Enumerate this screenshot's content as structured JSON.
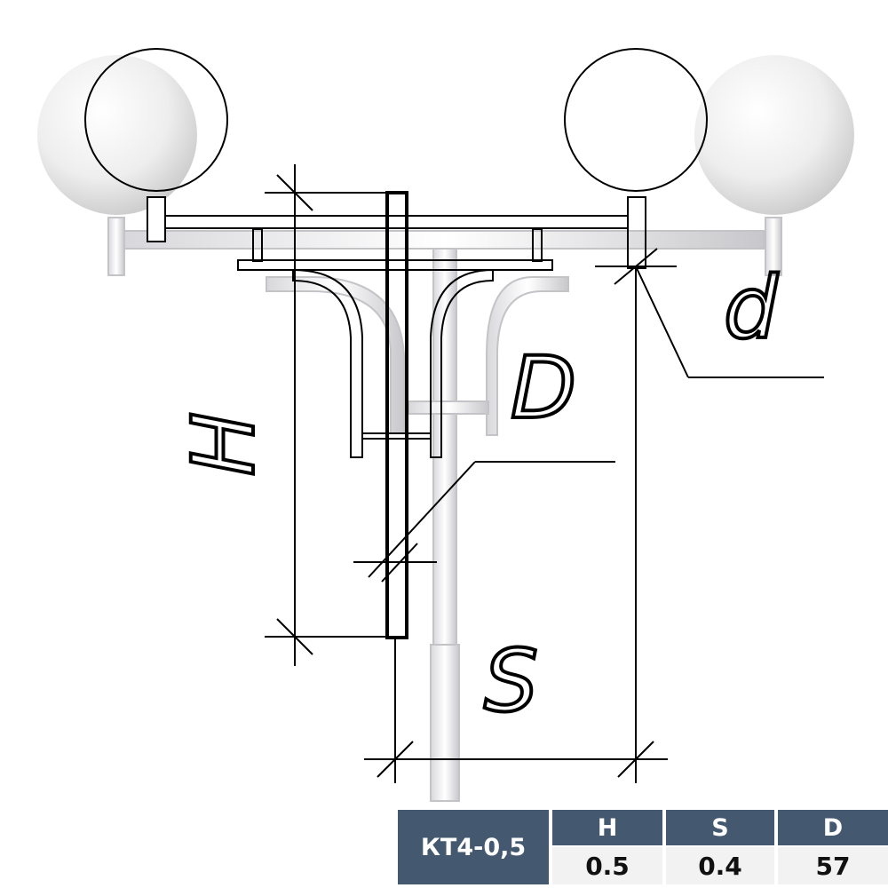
{
  "drawing": {
    "labels": {
      "height": "H",
      "spacing": "S",
      "pipe_diameter": "D",
      "mount_diameter": "d"
    },
    "colors": {
      "lines": "#000000",
      "ghost": "#c8c8cc",
      "table_header": "#44586f",
      "table_value_bg": "#f2f2f2"
    }
  },
  "spec_table": {
    "model": "КТ4-0,5",
    "columns": [
      {
        "header": "H",
        "value": "0.5"
      },
      {
        "header": "S",
        "value": "0.4"
      },
      {
        "header": "D",
        "value": "57"
      }
    ]
  }
}
